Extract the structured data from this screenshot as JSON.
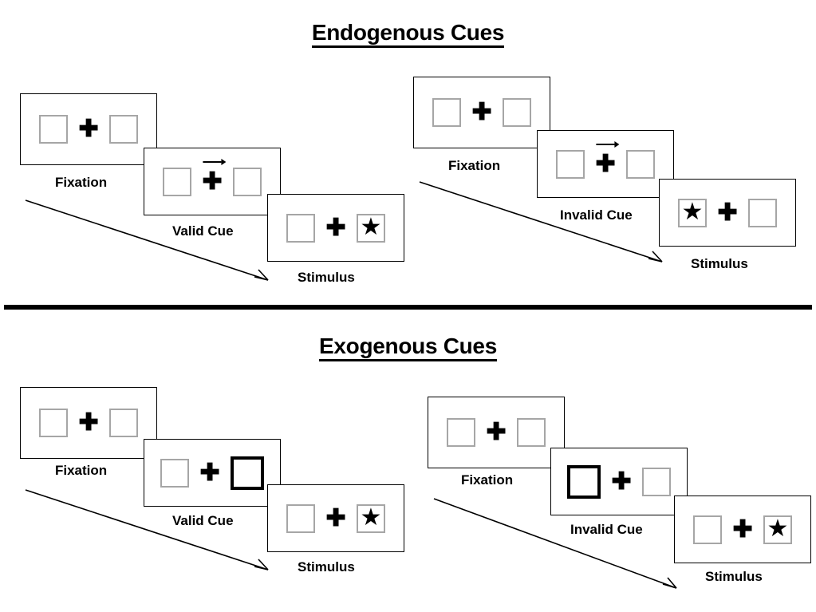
{
  "figure": {
    "type": "experimental-paradigm-diagram",
    "background_color": "#ffffff",
    "box_border_color": "#a6a6a6",
    "cued_box_border_color": "#000000",
    "panel_border_color": "#000000",
    "divider_color": "#000000"
  },
  "sections": [
    {
      "id": "endogenous",
      "title": "Endogenous Cues",
      "sequences": [
        {
          "id": "endogenous-valid",
          "cue_type": "valid",
          "frames": [
            {
              "caption": "Fixation",
              "left_box": {
                "content": "empty",
                "cued": false
              },
              "right_box": {
                "content": "empty",
                "cued": false
              },
              "center": {
                "fixation": "plus",
                "arrow": "none"
              }
            },
            {
              "caption": "Valid Cue",
              "left_box": {
                "content": "empty",
                "cued": false
              },
              "right_box": {
                "content": "empty",
                "cued": false
              },
              "center": {
                "fixation": "plus",
                "arrow": "right"
              }
            },
            {
              "caption": "Stimulus",
              "left_box": {
                "content": "empty",
                "cued": false
              },
              "right_box": {
                "content": "star",
                "cued": false
              },
              "center": {
                "fixation": "plus",
                "arrow": "none"
              }
            }
          ]
        },
        {
          "id": "endogenous-invalid",
          "cue_type": "invalid",
          "frames": [
            {
              "caption": "Fixation",
              "left_box": {
                "content": "empty",
                "cued": false
              },
              "right_box": {
                "content": "empty",
                "cued": false
              },
              "center": {
                "fixation": "plus",
                "arrow": "none"
              }
            },
            {
              "caption": "Invalid Cue",
              "left_box": {
                "content": "empty",
                "cued": false
              },
              "right_box": {
                "content": "empty",
                "cued": false
              },
              "center": {
                "fixation": "plus",
                "arrow": "right"
              }
            },
            {
              "caption": "Stimulus",
              "left_box": {
                "content": "star",
                "cued": false
              },
              "right_box": {
                "content": "empty",
                "cued": false
              },
              "center": {
                "fixation": "plus",
                "arrow": "none"
              }
            }
          ]
        }
      ]
    },
    {
      "id": "exogenous",
      "title": "Exogenous Cues",
      "sequences": [
        {
          "id": "exogenous-valid",
          "cue_type": "valid",
          "frames": [
            {
              "caption": "Fixation",
              "left_box": {
                "content": "empty",
                "cued": false
              },
              "right_box": {
                "content": "empty",
                "cued": false
              },
              "center": {
                "fixation": "plus",
                "arrow": "none"
              }
            },
            {
              "caption": "Valid Cue",
              "left_box": {
                "content": "empty",
                "cued": false
              },
              "right_box": {
                "content": "empty",
                "cued": true
              },
              "center": {
                "fixation": "plus",
                "arrow": "none"
              }
            },
            {
              "caption": "Stimulus",
              "left_box": {
                "content": "empty",
                "cued": false
              },
              "right_box": {
                "content": "star",
                "cued": false
              },
              "center": {
                "fixation": "plus",
                "arrow": "none"
              }
            }
          ]
        },
        {
          "id": "exogenous-invalid",
          "cue_type": "invalid",
          "frames": [
            {
              "caption": "Fixation",
              "left_box": {
                "content": "empty",
                "cued": false
              },
              "right_box": {
                "content": "empty",
                "cued": false
              },
              "center": {
                "fixation": "plus",
                "arrow": "none"
              }
            },
            {
              "caption": "Invalid Cue",
              "left_box": {
                "content": "empty",
                "cued": true
              },
              "right_box": {
                "content": "empty",
                "cued": false
              },
              "center": {
                "fixation": "plus",
                "arrow": "none"
              }
            },
            {
              "caption": "Stimulus",
              "left_box": {
                "content": "empty",
                "cued": false
              },
              "right_box": {
                "content": "star",
                "cued": false
              },
              "center": {
                "fixation": "plus",
                "arrow": "none"
              }
            }
          ]
        }
      ]
    }
  ],
  "glyphs": {
    "fixation_cross": "✚",
    "star": "★"
  }
}
